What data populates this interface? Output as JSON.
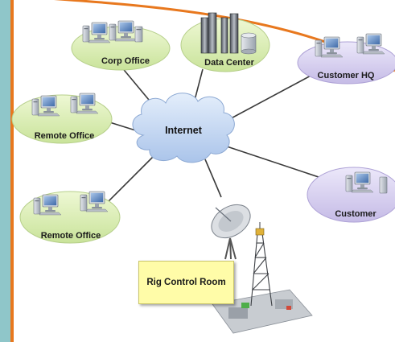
{
  "diagram": {
    "hub": {
      "label": "Internet"
    },
    "sites": [
      {
        "id": "corp-office",
        "label": "Corp Office"
      },
      {
        "id": "data-center",
        "label": "Data Center"
      },
      {
        "id": "customer-hq",
        "label": "Customer HQ"
      },
      {
        "id": "remote-office-1",
        "label": "Remote Office"
      },
      {
        "id": "remote-office-2",
        "label": "Remote Office"
      },
      {
        "id": "customer",
        "label": "Customer"
      }
    ],
    "rig_control_room": {
      "label": "Rig Control Room"
    },
    "icons": [
      "desktop-computer-icon",
      "server-tower-icon",
      "database-cylinder-icon",
      "satellite-dish-icon",
      "drilling-rig-icon"
    ],
    "colors": {
      "green_ellipse": "#dcefb4",
      "purple_ellipse": "#d9d2f0",
      "cloud": "#c9dbf2",
      "rig_box": "#fffca8",
      "accent_orange": "#e8781e",
      "frame_teal": "#8fc6c9"
    }
  }
}
